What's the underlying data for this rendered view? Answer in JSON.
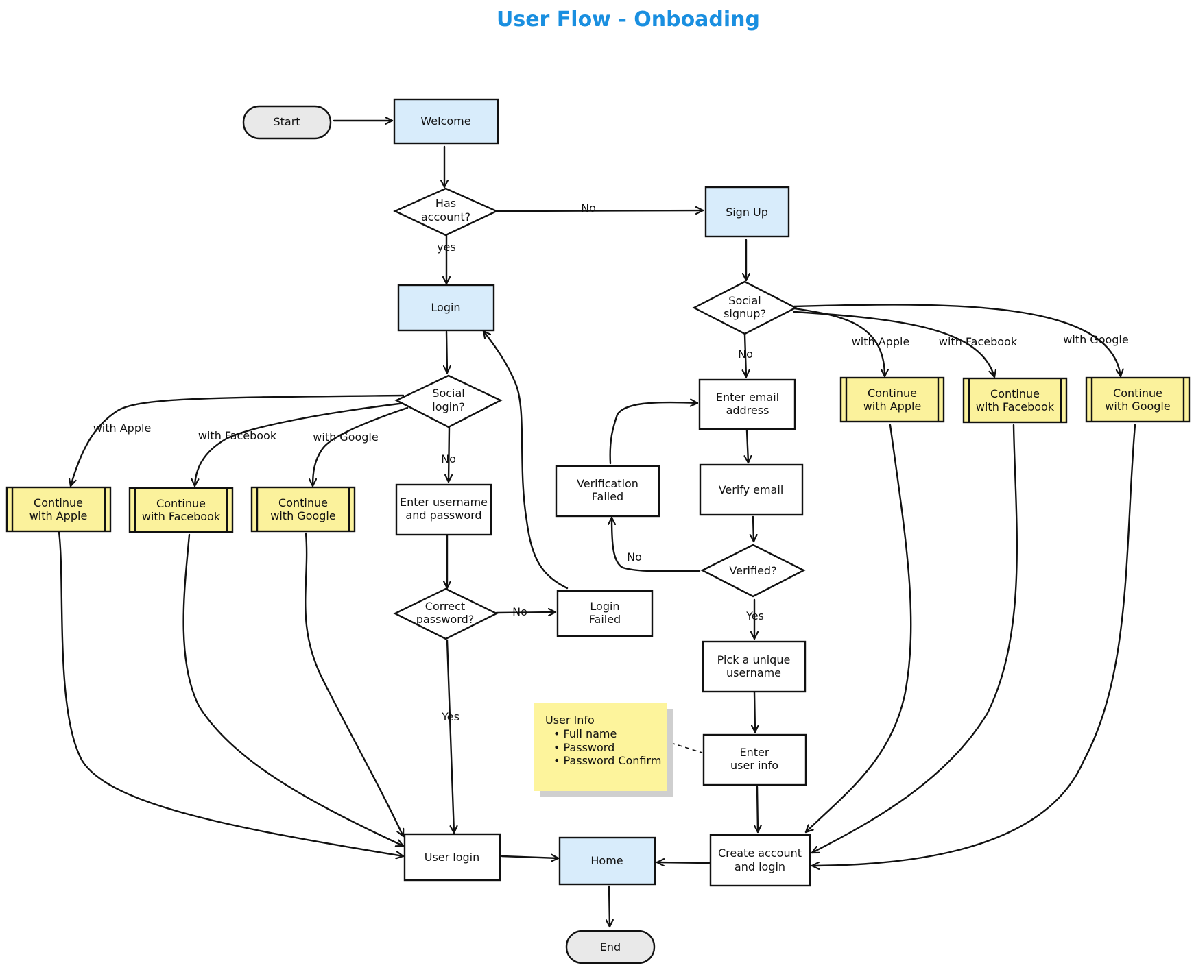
{
  "title": "User Flow - Onboading",
  "colors": {
    "title": "#1a8fe0",
    "terminal": "#e9e9e9",
    "screen": "#d8ecfb",
    "social": "#fbf29c",
    "note": "#fdf49c",
    "note_shadow": "#cfcfcf",
    "stroke": "#111111",
    "white": "#ffffff"
  },
  "nodes": {
    "start": "Start",
    "welcome": "Welcome",
    "has_account": [
      "Has",
      "account?"
    ],
    "signup": "Sign Up",
    "login": "Login",
    "social_signup": [
      "Social",
      "signup?"
    ],
    "social_login": [
      "Social",
      "login?"
    ],
    "su_apple": [
      "Continue",
      "with Apple"
    ],
    "su_facebook": [
      "Continue",
      "with Facebook"
    ],
    "su_google": [
      "Continue",
      "with Google"
    ],
    "li_apple": [
      "Continue",
      "with Apple"
    ],
    "li_facebook": [
      "Continue",
      "with Facebook"
    ],
    "li_google": [
      "Continue",
      "with Google"
    ],
    "enter_email": [
      "Enter email",
      "address"
    ],
    "verify_email": "Verify email",
    "verification_failed": [
      "Verification",
      "Failed"
    ],
    "verified": "Verified?",
    "enter_username": [
      "Enter username",
      "and password"
    ],
    "correct_password": [
      "Correct",
      "password?"
    ],
    "login_failed": [
      "Login",
      "Failed"
    ],
    "pick_username": [
      "Pick a unique",
      "username"
    ],
    "enter_user_info": [
      "Enter",
      "user info"
    ],
    "user_login": "User login",
    "home": "Home",
    "create_account": [
      "Create account",
      "and login"
    ],
    "end": "End"
  },
  "edge_labels": {
    "has_no": "No",
    "has_yes": "yes",
    "su_no": "No",
    "su_apple": "with Apple",
    "su_facebook": "with Facebook",
    "su_google": "with Google",
    "li_no": "No",
    "li_apple": "with Apple",
    "li_facebook": "with Facebook",
    "li_google": "with Google",
    "pw_no": "No",
    "pw_yes": "Yes",
    "verified_no": "No",
    "verified_yes": "Yes"
  },
  "note": {
    "heading": "User Info",
    "items": [
      "• Full name",
      "• Password",
      "• Password Confirm"
    ]
  }
}
